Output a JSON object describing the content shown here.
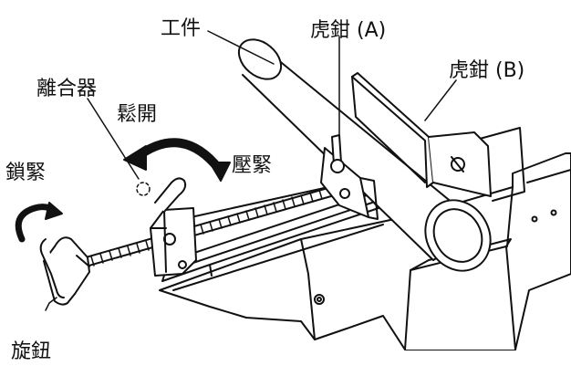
{
  "labels": {
    "workpiece": "工件",
    "vise_a": "虎鉗 (A)",
    "vise_b": "虎鉗 (B)",
    "clutch": "離合器",
    "loosen": "鬆開",
    "press": "壓緊",
    "lock": "鎖緊",
    "knob": "旋鈕"
  },
  "colors": {
    "line": "#111111",
    "fill": "#ffffff",
    "shade": "#dddddd"
  }
}
